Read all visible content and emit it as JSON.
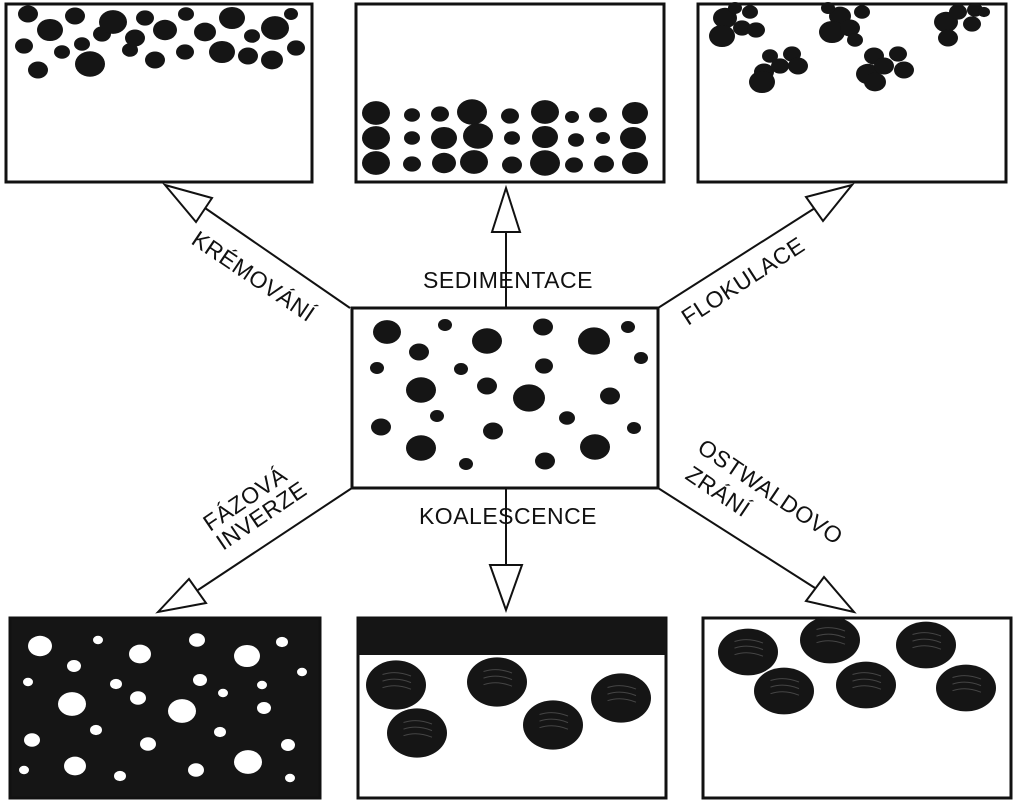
{
  "diagram": {
    "labels": {
      "creaming": "KRÉMOVÁNÍ",
      "sedimentation": "SEDIMENTACE",
      "flocculation": "FLOKULACE",
      "phase_inversion_line1": "FÁZOVÁ",
      "phase_inversion_line2": "INVERZE",
      "coalescence": "KOALESCENCE",
      "ostwald_line1": "OSTWALDOVO",
      "ostwald_line2": "ZRÁNÍ"
    },
    "colors": {
      "ink": "#111111",
      "droplet": "#151515",
      "background": "#ffffff"
    }
  }
}
